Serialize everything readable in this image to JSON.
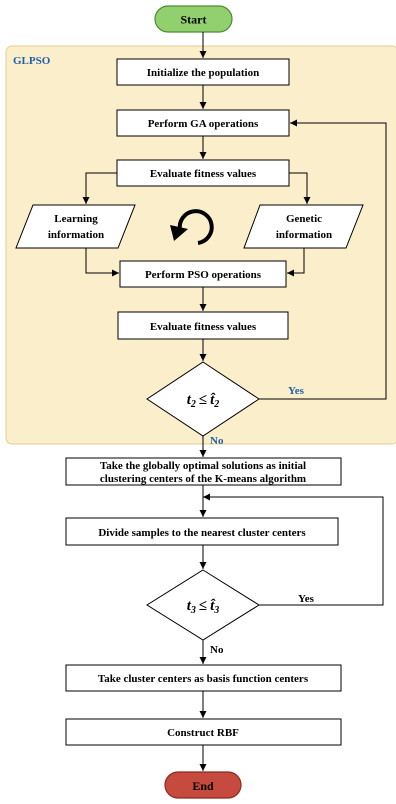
{
  "colors": {
    "group_fill": "#fbeecb",
    "group_stroke": "#e2cf93",
    "group_label": "#1f5fa8",
    "start_fill": "#92cf6e",
    "start_stroke": "#4f8a32",
    "end_fill": "#c64a3d",
    "end_stroke": "#8a2a20",
    "yes_no_label": "#1f5fa8",
    "cycle_icon": "#000000"
  },
  "group": {
    "label": "GLPSO"
  },
  "terminals": {
    "start": "Start",
    "end": "End"
  },
  "steps": {
    "init": "Initialize the population",
    "ga": "Perform GA operations",
    "eval1": "Evaluate fitness values",
    "pso": "Perform PSO operations",
    "eval2": "Evaluate fitness values",
    "take_global": [
      "Take the globally optimal solutions as initial",
      "clustering centers of the K-means algorithm"
    ],
    "divide": "Divide samples to the nearest cluster centers",
    "basis": "Take cluster centers as basis function centers",
    "rbf": "Construct RBF"
  },
  "info": {
    "learning": [
      "Learning",
      "information"
    ],
    "genetic": [
      "Genetic",
      "information"
    ]
  },
  "decisions": {
    "d1": {
      "var": "t",
      "sub": "2",
      "op": "≤",
      "hat": "t̂",
      "hat_sub": "2"
    },
    "d2": {
      "var": "t",
      "sub": "3",
      "op": "≤",
      "hat": "t̂",
      "hat_sub": "3"
    }
  },
  "labels": {
    "d1_yes": "Yes",
    "d1_no": "No",
    "d2_yes": "Yes",
    "d2_no": "No"
  }
}
